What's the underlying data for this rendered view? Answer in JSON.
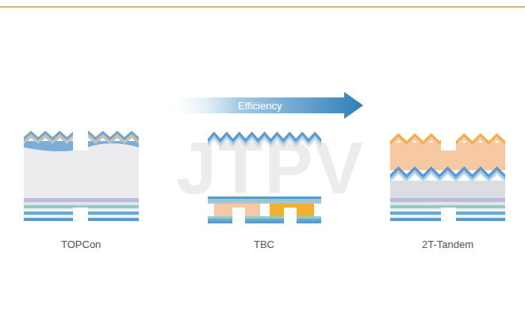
{
  "diagram": {
    "nodes": [
      {
        "text": [
          "Efficiency"
        ]
      },
      {
        "text": [
          "TOPCon"
        ]
      },
      {
        "text": [
          "TBC"
        ]
      },
      {
        "text": [
          "2T-Tandem"
        ]
      }
    ],
    "labels": [
      "JTPV"
    ]
  }
}
